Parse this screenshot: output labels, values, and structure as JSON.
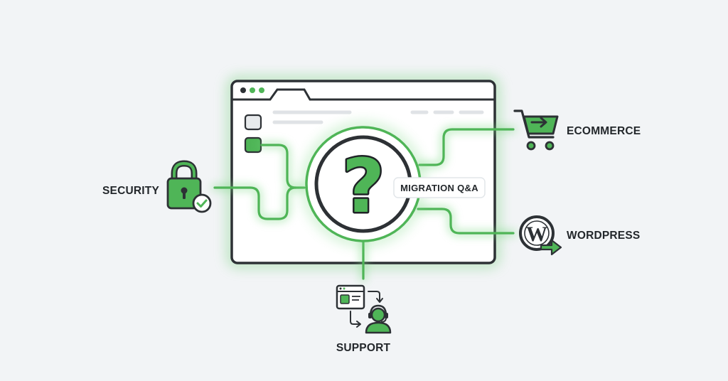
{
  "center": {
    "badge": "MIGRATION Q&A",
    "symbol": "?"
  },
  "topics": {
    "security": "SECURITY",
    "ecommerce": "ECOMMERCE",
    "wordpress": "WORDPRESS",
    "support": "SUPPORT"
  },
  "icons": {
    "security": "padlock-check-icon",
    "ecommerce": "shopping-cart-arrow-icon",
    "wordpress": "wordpress-logo-arrow-icon",
    "support": "agent-headset-icon"
  },
  "colors": {
    "accent": "#4fb557",
    "outline": "#2d3135",
    "background": "#f2f4f6"
  }
}
